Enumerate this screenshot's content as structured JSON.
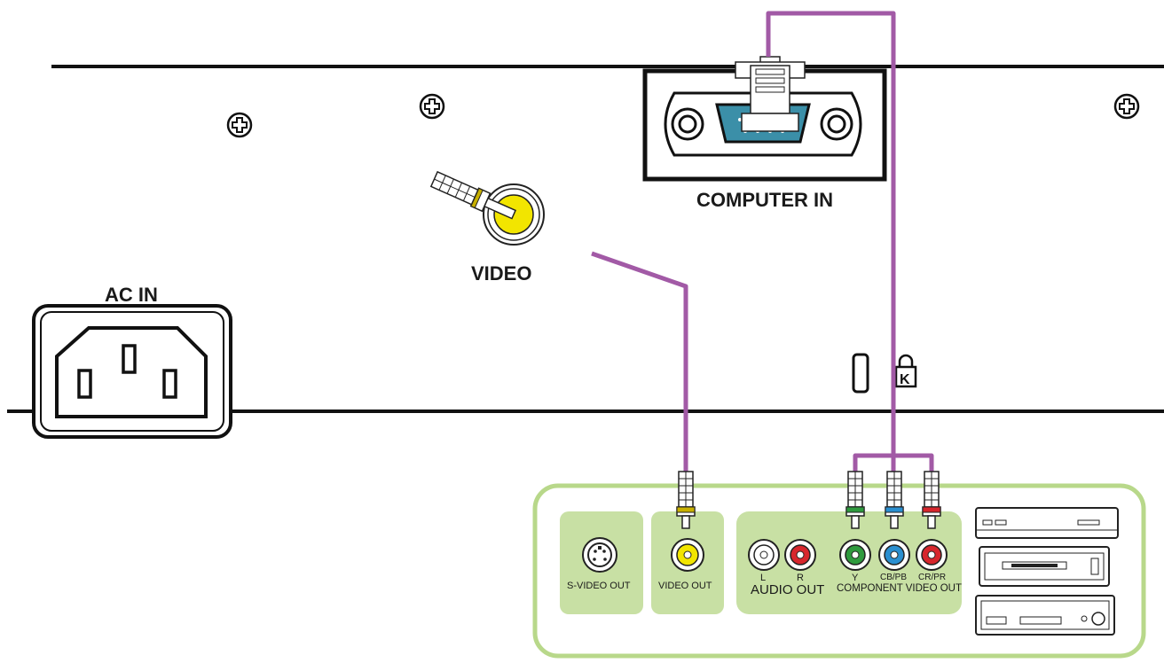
{
  "projector": {
    "ac_in_label": "AC IN",
    "video_label": "VIDEO",
    "computer_in_label": "COMPUTER IN"
  },
  "source_panel": {
    "s_video_out_label": "S-VIDEO OUT",
    "video_out_label": "VIDEO OUT",
    "audio_left": "L",
    "audio_right": "R",
    "audio_out_label": "AUDIO OUT",
    "component_y": "Y",
    "component_cb": "CB/PB",
    "component_cr": "CR/PR",
    "component_out_label": "COMPONENT VIDEO OUT"
  },
  "colors": {
    "cable": "#a25aa6",
    "panel_border": "#b8d88a",
    "panel_fill": "#c8e0a4",
    "video_jack": "#f2e500",
    "audio_right_jack": "#d7262c",
    "y_jack": "#2f9a3e",
    "cb_jack": "#2a8fd0",
    "cr_jack": "#d7262c",
    "vga_port": "#3b8fa8"
  }
}
